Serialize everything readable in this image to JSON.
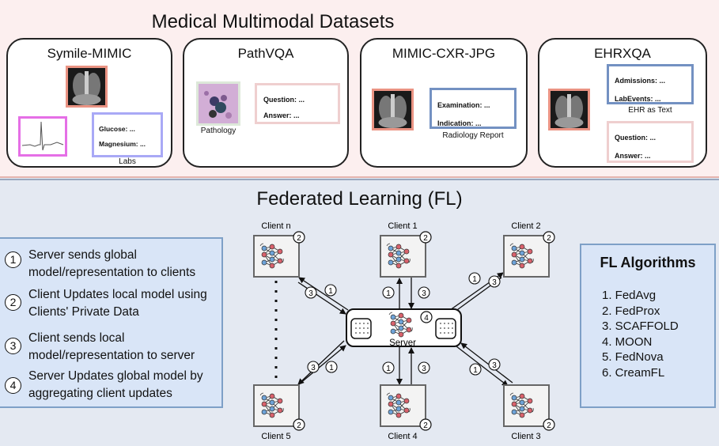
{
  "top_section": {
    "title": "Medical Multimodal Datasets",
    "datasets": [
      {
        "name": "Symile-MIMIC",
        "text_box": {
          "lines": [
            "Glucose: ...",
            "Magnesium: ..."
          ],
          "caption": "Labs"
        }
      },
      {
        "name": "PathVQA",
        "image_caption": "Pathology",
        "text_box": {
          "lines": [
            "Question: ...",
            "Answer: ..."
          ]
        }
      },
      {
        "name": "MIMIC-CXR-JPG",
        "text_box": {
          "lines": [
            "Examination: ...",
            "Indication: ..."
          ],
          "caption": "Radiology Report"
        }
      },
      {
        "name": "EHRXQA",
        "text_box": {
          "lines": [
            "Admissions: ...",
            "LabEvents: ..."
          ],
          "caption": "EHR as Text"
        },
        "qa_box": {
          "lines": [
            "Question: ...",
            "Answer: ..."
          ]
        }
      }
    ]
  },
  "fl_section": {
    "title": "Federated Learning (FL)",
    "steps": [
      {
        "num": "1",
        "text": "Server sends global model/representation to clients"
      },
      {
        "num": "2",
        "text": "Client Updates local model using Clients' Private Data"
      },
      {
        "num": "3",
        "text": "Client sends local model/representation to server"
      },
      {
        "num": "4",
        "text": "Server Updates global model by aggregating client updates"
      }
    ],
    "server": {
      "label": "Server",
      "badge": "4"
    },
    "clients": [
      {
        "label": "Client n",
        "badge": "2"
      },
      {
        "label": "Client 1",
        "badge": "2"
      },
      {
        "label": "Client 2",
        "badge": "2"
      },
      {
        "label": "Client 5",
        "badge": "2"
      },
      {
        "label": "Client 4",
        "badge": "2"
      },
      {
        "label": "Client 3",
        "badge": "2"
      }
    ],
    "arrow_badges": {
      "send": "1",
      "return": "3"
    },
    "algorithms": {
      "title": "FL Algorithms",
      "items": [
        "1. FedAvg",
        "2. FedProx",
        "3. SCAFFOLD",
        "4. MOON",
        "5. FedNova",
        "6. CreamFL"
      ]
    }
  }
}
